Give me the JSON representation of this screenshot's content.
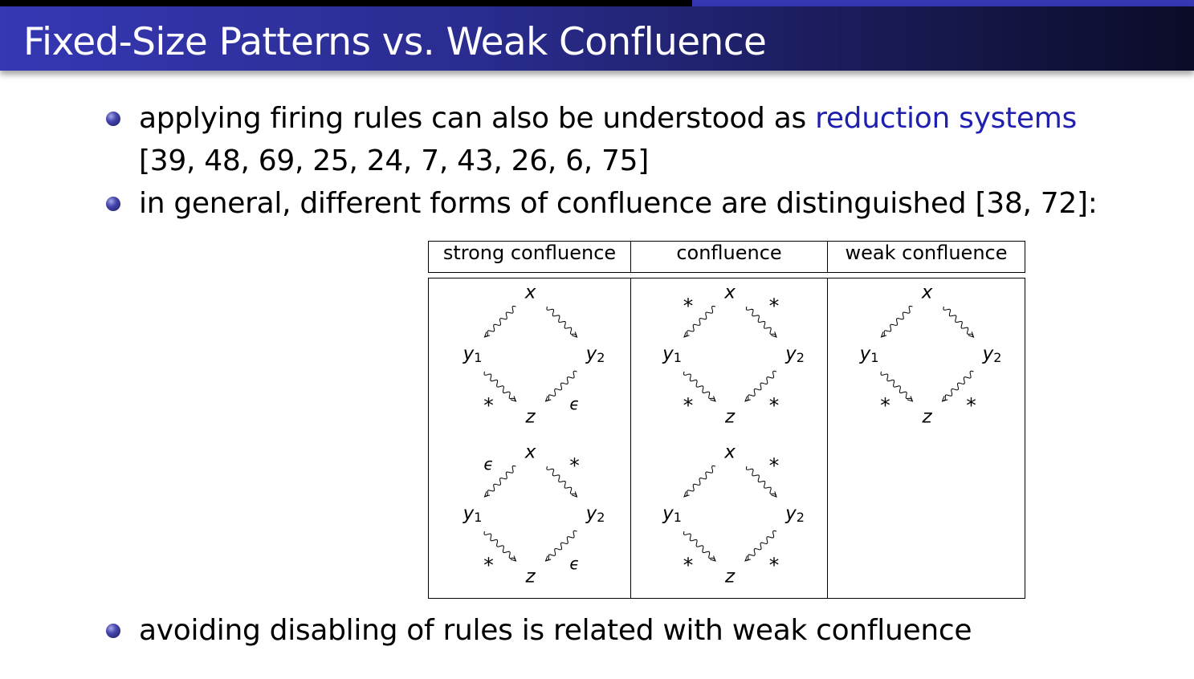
{
  "title": "Fixed-Size Patterns vs. Weak Confluence",
  "colors": {
    "title_grad_start": "#3537b3",
    "title_grad_end": "#0b0c27",
    "link": "#2020b0"
  },
  "bullets": [
    {
      "text_before": "applying firing rules can also be understood as ",
      "link": "reduction systems",
      "line2": "[39, 48, 69, 25, 24, 7, 43, 26, 6, 75]"
    },
    {
      "text": "in general, different forms of confluence are distinguished [38, 72]:"
    },
    {
      "text": "avoiding disabling of rules is related with weak confluence"
    }
  ],
  "table": {
    "headers": [
      "strong confluence",
      "confluence",
      "weak confluence"
    ],
    "node_labels": {
      "top": "x",
      "left": "y",
      "left_sub": "1",
      "right": "y",
      "right_sub": "2",
      "bottom": "z"
    },
    "columns": [
      {
        "diagrams": [
          {
            "tl": "",
            "tr": "",
            "bl": "*",
            "br": "ϵ"
          },
          {
            "tl": "ϵ",
            "tr": "*",
            "bl": "*",
            "br": "ϵ"
          }
        ]
      },
      {
        "diagrams": [
          {
            "tl": "*",
            "tr": "*",
            "bl": "*",
            "br": "*"
          },
          {
            "tl": "",
            "tr": "*",
            "bl": "*",
            "br": "*"
          }
        ]
      },
      {
        "diagrams": [
          {
            "tl": "",
            "tr": "",
            "bl": "*",
            "br": "*"
          }
        ]
      }
    ]
  }
}
